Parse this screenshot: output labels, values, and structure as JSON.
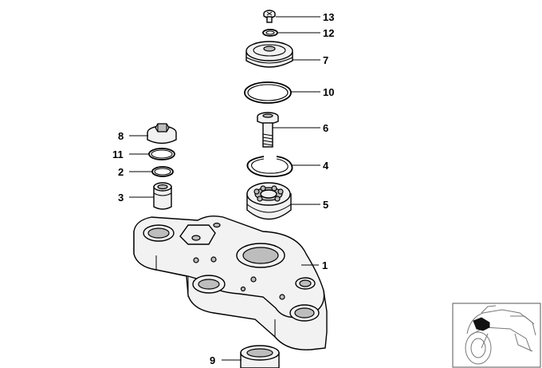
{
  "diagram": {
    "callouts": [
      {
        "id": "13",
        "label": "13"
      },
      {
        "id": "12",
        "label": "12"
      },
      {
        "id": "7",
        "label": "7"
      },
      {
        "id": "10",
        "label": "10"
      },
      {
        "id": "6",
        "label": "6"
      },
      {
        "id": "4",
        "label": "4"
      },
      {
        "id": "5",
        "label": "5"
      },
      {
        "id": "8",
        "label": "8"
      },
      {
        "id": "11",
        "label": "11"
      },
      {
        "id": "2",
        "label": "2"
      },
      {
        "id": "3",
        "label": "3"
      },
      {
        "id": "1",
        "label": "1"
      },
      {
        "id": "9",
        "label": "9"
      }
    ]
  },
  "thumbnail": {
    "icon": "motorcycle-location-icon",
    "highlight_color": "#111111"
  }
}
